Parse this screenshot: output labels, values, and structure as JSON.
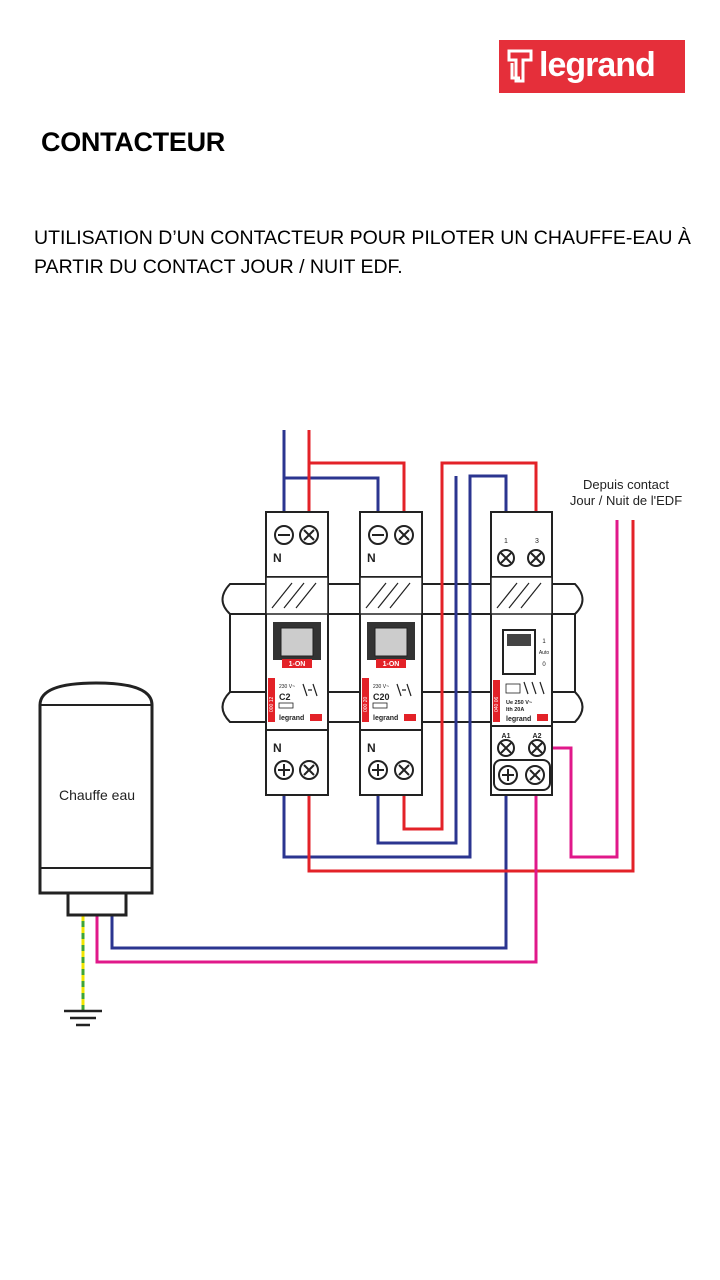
{
  "brand": {
    "name": "legrand",
    "color": "#e52f3a"
  },
  "page": {
    "title": "CONTACTEUR",
    "description": "UTILISATION D’UN CONTACTEUR POUR PILOTER UN CHAUFFE-EAU À PARTIR DU CONTACT JOUR / NUIT EDF."
  },
  "diagram": {
    "source_label_line1": "Depuis contact",
    "source_label_line2": "Jour / Nuit de l'EDF",
    "water_heater_label": "Chauffe eau",
    "breaker_1": {
      "top_terminal": "N",
      "bottom_terminal": "N",
      "status": "1-ON",
      "rating": "C2",
      "voltage": "230 V~",
      "reference": "000 12",
      "brand": "legrand"
    },
    "breaker_2": {
      "top_terminal": "N",
      "bottom_terminal": "N",
      "status": "1-ON",
      "rating": "C20",
      "voltage": "230 V~",
      "reference": "000 20",
      "brand": "legrand"
    },
    "contactor": {
      "terminal_1": "1",
      "terminal_3": "3",
      "mode_1": "1",
      "mode_auto": "Auto",
      "mode_0": "0",
      "ue": "Ue 250 V~",
      "ith": "Ith 20A",
      "reference": "040 06",
      "brand": "legrand",
      "coil_a1": "A1",
      "coil_a2": "A2"
    },
    "colors": {
      "neutral": "#2b3590",
      "phase": "#e32228",
      "control": "#e0188a",
      "earth_green": "#3fa535",
      "earth_yellow": "#f2e500"
    }
  }
}
